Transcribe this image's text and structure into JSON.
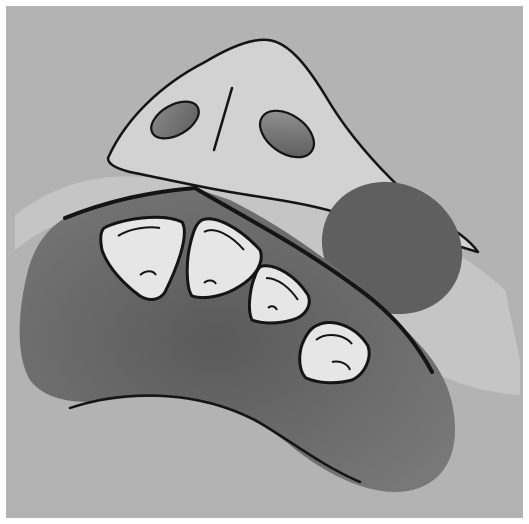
{
  "illustration": {
    "colors": {
      "background": "#b3b3b3",
      "face_skin": "#c9c9c9",
      "nose_skin": "#d4d4d4",
      "cheek_shadow": "#5f5f5f",
      "mouth_cavity": "#6a6a6a",
      "nostril_fill": "#6f6f6f",
      "tooth_fill": "#e6e6e6",
      "outline": "#141414"
    },
    "parts": [
      "nose",
      "left-nostril",
      "right-nostril",
      "cheek-shadow",
      "mouth-cavity",
      "tooth-1",
      "tooth-2",
      "tooth-3",
      "tooth-4"
    ]
  }
}
